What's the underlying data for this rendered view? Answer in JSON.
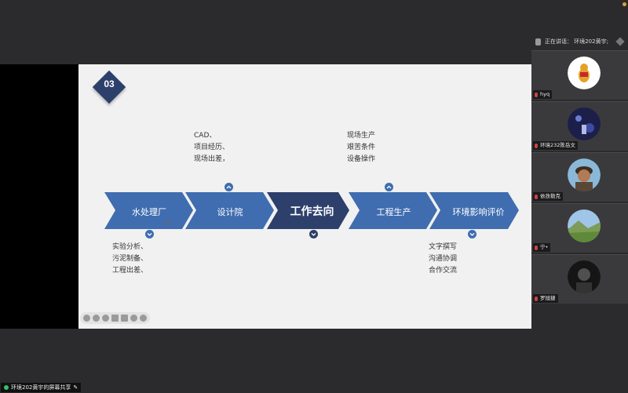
{
  "slide": {
    "badge": "03",
    "steps": [
      {
        "label": "水处理厂"
      },
      {
        "label": "设计院"
      },
      {
        "label": "工作去向"
      },
      {
        "label": "工程生产"
      },
      {
        "label": "环境影响评价"
      }
    ],
    "notes_top_1": [
      "CAD、",
      "项目经历、",
      "现场出差，"
    ],
    "notes_top_2": [
      "现场生产",
      "艰苦条件",
      "设备操作"
    ],
    "notes_bottom_1": [
      "实验分析、",
      "污泥制备、",
      "工程出差、"
    ],
    "notes_bottom_2": [
      "文字撰写",
      "沟通协调",
      "合作交流"
    ]
  },
  "panel": {
    "speaking": "正在讲话： 环境202黄宇;",
    "participants": [
      {
        "name": "hyq"
      },
      {
        "name": "环境232陈岳文"
      },
      {
        "name": "依孜勒克"
      },
      {
        "name": "宁•"
      },
      {
        "name": "罗旭捷"
      }
    ]
  },
  "share_label": "环境202黄宇的屏幕共享",
  "colors": {
    "arrow_blue": "#3f6db0",
    "arrow_dark": "#2d3f6b",
    "slide_bg": "#f1f1f1"
  }
}
